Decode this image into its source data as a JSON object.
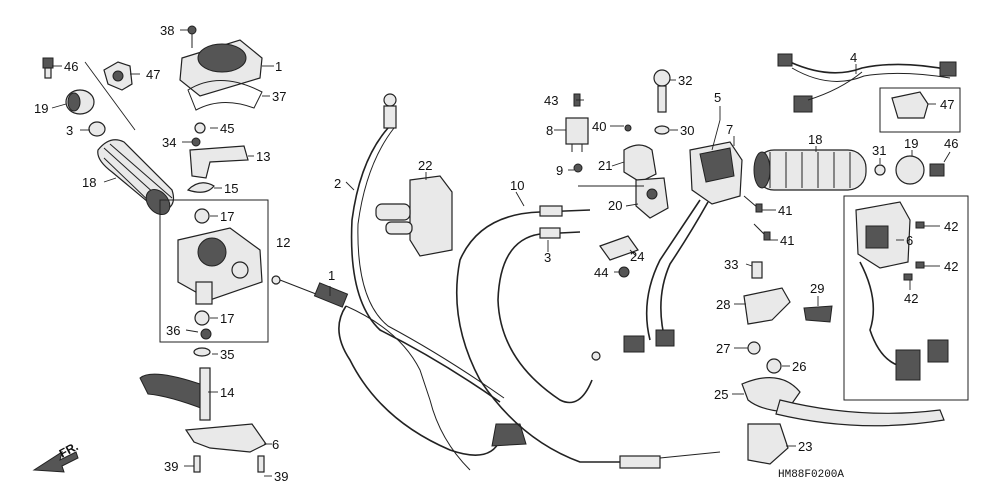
{
  "diagram": {
    "code": "HM88F0200A",
    "direction": "FR.",
    "callouts": [
      {
        "id": "c1a",
        "text": "1"
      },
      {
        "id": "c1b",
        "text": "1"
      },
      {
        "id": "c2",
        "text": "2"
      },
      {
        "id": "c3a",
        "text": "3"
      },
      {
        "id": "c3b",
        "text": "3"
      },
      {
        "id": "c4",
        "text": "4"
      },
      {
        "id": "c5",
        "text": "5"
      },
      {
        "id": "c6a",
        "text": "6"
      },
      {
        "id": "c6b",
        "text": "6"
      },
      {
        "id": "c7",
        "text": "7"
      },
      {
        "id": "c8",
        "text": "8"
      },
      {
        "id": "c9",
        "text": "9"
      },
      {
        "id": "c10",
        "text": "10"
      },
      {
        "id": "c12",
        "text": "12"
      },
      {
        "id": "c13",
        "text": "13"
      },
      {
        "id": "c14",
        "text": "14"
      },
      {
        "id": "c15",
        "text": "15"
      },
      {
        "id": "c17a",
        "text": "17"
      },
      {
        "id": "c17b",
        "text": "17"
      },
      {
        "id": "c18a",
        "text": "18"
      },
      {
        "id": "c18b",
        "text": "18"
      },
      {
        "id": "c19a",
        "text": "19"
      },
      {
        "id": "c19b",
        "text": "19"
      },
      {
        "id": "c20",
        "text": "20"
      },
      {
        "id": "c21",
        "text": "21"
      },
      {
        "id": "c22",
        "text": "22"
      },
      {
        "id": "c23",
        "text": "23"
      },
      {
        "id": "c24",
        "text": "24"
      },
      {
        "id": "c25",
        "text": "25"
      },
      {
        "id": "c26",
        "text": "26"
      },
      {
        "id": "c27",
        "text": "27"
      },
      {
        "id": "c28",
        "text": "28"
      },
      {
        "id": "c29",
        "text": "29"
      },
      {
        "id": "c30",
        "text": "30"
      },
      {
        "id": "c31",
        "text": "31"
      },
      {
        "id": "c32",
        "text": "32"
      },
      {
        "id": "c33",
        "text": "33"
      },
      {
        "id": "c34",
        "text": "34"
      },
      {
        "id": "c35",
        "text": "35"
      },
      {
        "id": "c36",
        "text": "36"
      },
      {
        "id": "c37",
        "text": "37"
      },
      {
        "id": "c38",
        "text": "38"
      },
      {
        "id": "c39a",
        "text": "39"
      },
      {
        "id": "c39b",
        "text": "39"
      },
      {
        "id": "c40",
        "text": "40"
      },
      {
        "id": "c41a",
        "text": "41"
      },
      {
        "id": "c41b",
        "text": "41"
      },
      {
        "id": "c42a",
        "text": "42"
      },
      {
        "id": "c42b",
        "text": "42"
      },
      {
        "id": "c42c",
        "text": "42"
      },
      {
        "id": "c43",
        "text": "43"
      },
      {
        "id": "c44",
        "text": "44"
      },
      {
        "id": "c45",
        "text": "45"
      },
      {
        "id": "c46a",
        "text": "46"
      },
      {
        "id": "c46b",
        "text": "46"
      },
      {
        "id": "c47a",
        "text": "47"
      },
      {
        "id": "c47b",
        "text": "47"
      }
    ]
  }
}
